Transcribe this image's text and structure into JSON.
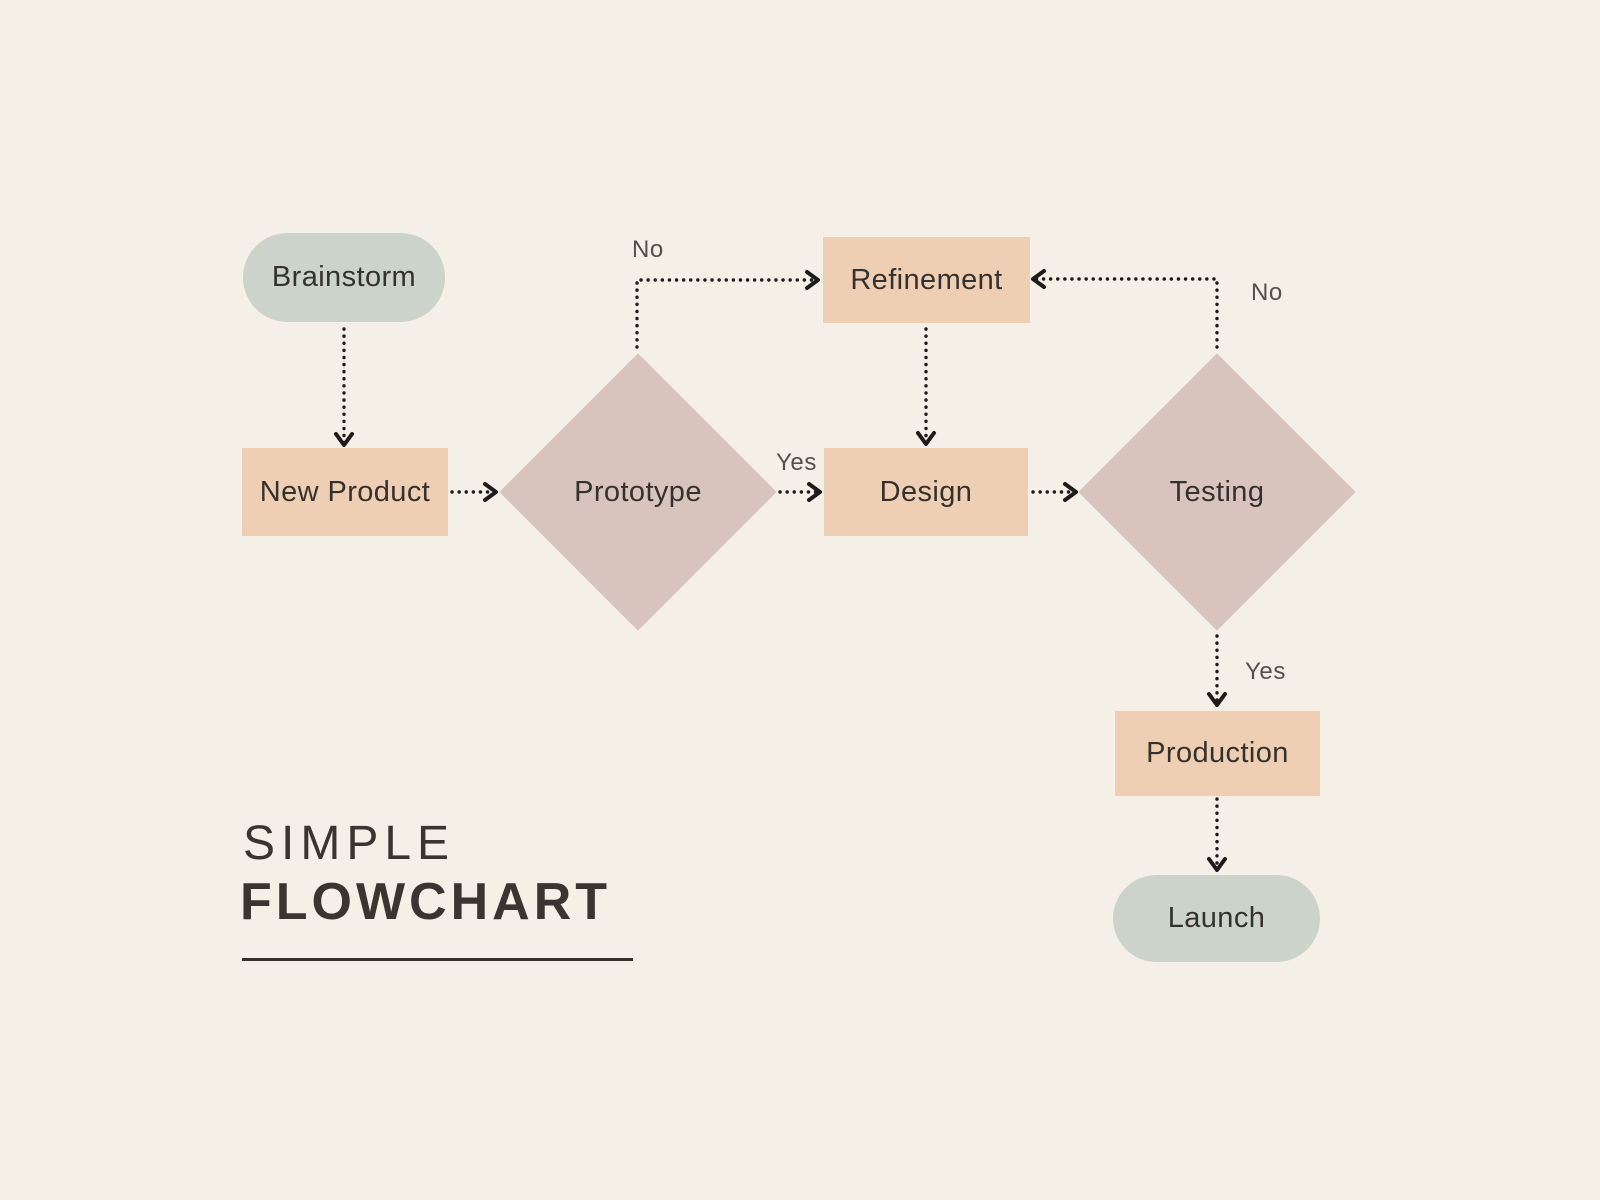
{
  "title": {
    "line1": "SIMPLE",
    "line2": "FLOWCHART"
  },
  "nodes": [
    {
      "id": "brainstorm",
      "label": "Brainstorm",
      "type": "terminator"
    },
    {
      "id": "new-product",
      "label": "New Product",
      "type": "process"
    },
    {
      "id": "prototype",
      "label": "Prototype",
      "type": "decision"
    },
    {
      "id": "refinement",
      "label": "Refinement",
      "type": "process"
    },
    {
      "id": "design",
      "label": "Design",
      "type": "process"
    },
    {
      "id": "testing",
      "label": "Testing",
      "type": "decision"
    },
    {
      "id": "production",
      "label": "Production",
      "type": "process"
    },
    {
      "id": "launch",
      "label": "Launch",
      "type": "terminator"
    }
  ],
  "edges": [
    {
      "from": "brainstorm",
      "to": "new-product",
      "label": ""
    },
    {
      "from": "new-product",
      "to": "prototype",
      "label": ""
    },
    {
      "from": "prototype",
      "to": "refinement",
      "label": "No"
    },
    {
      "from": "prototype",
      "to": "design",
      "label": "Yes"
    },
    {
      "from": "refinement",
      "to": "design",
      "label": ""
    },
    {
      "from": "design",
      "to": "testing",
      "label": ""
    },
    {
      "from": "testing",
      "to": "refinement",
      "label": "No"
    },
    {
      "from": "testing",
      "to": "production",
      "label": "Yes"
    },
    {
      "from": "production",
      "to": "launch",
      "label": ""
    }
  ],
  "colors": {
    "background": "#f4efe7",
    "terminator": "#ccd3ca",
    "process": "#eecfb4",
    "decision": "#d8c4bd",
    "node_text": "#35322e",
    "label_text": "#55504a",
    "arrow": "#1e1c1a",
    "title_text": "#393530",
    "underline": "#35312d"
  }
}
